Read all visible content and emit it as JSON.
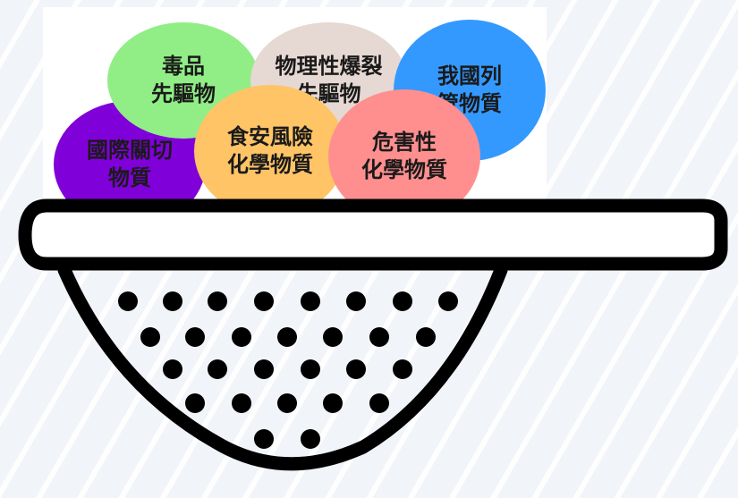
{
  "bubbles": [
    {
      "id": "intl",
      "lines": [
        "國際關切",
        "物質"
      ],
      "color": "#8000d9"
    },
    {
      "id": "drug",
      "lines": [
        "毒品",
        "先驅物"
      ],
      "color": "#91ee86"
    },
    {
      "id": "explosive",
      "lines": [
        "物理性爆裂",
        "先驅物"
      ],
      "color": "#e6d8d2"
    },
    {
      "id": "listed",
      "lines": [
        "我國列",
        "管物質"
      ],
      "color": "#3399ff"
    },
    {
      "id": "food",
      "lines": [
        "食安風險",
        "化學物質"
      ],
      "color": "#ffc466"
    },
    {
      "id": "hazard",
      "lines": [
        "危害性",
        "化學物質"
      ],
      "color": "#ff8f8f"
    }
  ],
  "strainer": {
    "icon": "strainer-icon",
    "color": "#000000"
  }
}
